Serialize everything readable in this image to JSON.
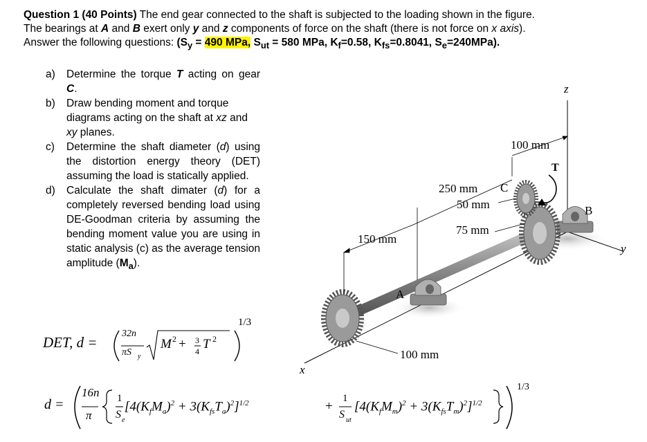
{
  "header": {
    "q_label": "Question 1 (40 Points)",
    "line1_rest": " The end gear connected to the shaft is subjected to the loading shown in the figure.",
    "line2_a": "The bearings at ",
    "A": "A",
    "line2_and": " and ",
    "B": "B",
    "line2_b": " exert only ",
    "y": "y",
    "line2_c": " and ",
    "z": "z",
    "line2_d": " components of force on the shaft (there is not force on ",
    "x_axis": "x axis",
    "line2_e": ").",
    "line3_a": "Answer the following questions: ",
    "props_open": "(S",
    "sy_sub": "y",
    "sy_eq": " = ",
    "sy_val": "490 MPa,",
    "sut_text": " S",
    "sut_sub": "ut",
    "sut_rest": " = 580 MPa, K",
    "kf_sub": "f",
    "kf_rest": "=0.58, K",
    "kfs_sub": "fs",
    "kfs_rest": "=0.8041, S",
    "se_sub": "e",
    "se_rest": "=240MPa)."
  },
  "questions": {
    "a": {
      "label": "a)",
      "p1": "Determine the torque ",
      "T": "T",
      "p2": " acting on gear ",
      "C": "C",
      "p3": "."
    },
    "b": {
      "label": "b)",
      "p1": "Draw bending moment and torque diagrams acting on the shaft at ",
      "xz": "xz",
      "p2": " and ",
      "xy": "xy",
      "p3": " planes."
    },
    "c": {
      "label": "c)",
      "p1": "Determine the shaft diameter (",
      "d": "d",
      "p2": ") using the distortion energy theory (DET) assuming the load is statically applied."
    },
    "d": {
      "label": "d)",
      "p1": "Calculate the shaft dimater (",
      "d": "d",
      "p2": ") for a completely reversed bending load using DE-Goodman criteria by assuming the bending moment value you are using in static analysis (c) as the average tension amplitude (",
      "Ma": "M",
      "Ma_sub": "a",
      "p3": ")."
    }
  },
  "formula_det": {
    "lhs": "DET, d =",
    "num": "32n",
    "den_pi": "πS",
    "den_sub": "y",
    "rad_m": "M",
    "two": "2",
    "plus": " +",
    "frac_n": "3",
    "frac_d": "4",
    "rad_t": "T",
    "exp": "1/3"
  },
  "formula_goodman": {
    "lhs": "d =",
    "num": "16n",
    "pi": "π",
    "one": "1",
    "se": "S",
    "se_sub": "e",
    "term1": "[4(K",
    "t1_f": "f",
    "t1_m": "M",
    "t1_a": "a",
    "t1_mid": ")",
    "sq": "2",
    "t1_plus": " + 3(K",
    "t1_fs": "fs",
    "t1_t": "T",
    "t1_end": ")",
    "half": "1/2",
    "plus": "+",
    "sut": "S",
    "sut_sub": "ut",
    "t2_m": "m",
    "exp": "1/3"
  },
  "figure": {
    "z": "z",
    "y": "y",
    "x": "x",
    "T": "T",
    "C": "C",
    "B": "B",
    "A": "A",
    "d100_top": "100 mm",
    "d250": "250 mm",
    "d50": "50 mm",
    "d75": "75 mm",
    "d150": "150 mm",
    "d100_bottom": "100 mm"
  }
}
